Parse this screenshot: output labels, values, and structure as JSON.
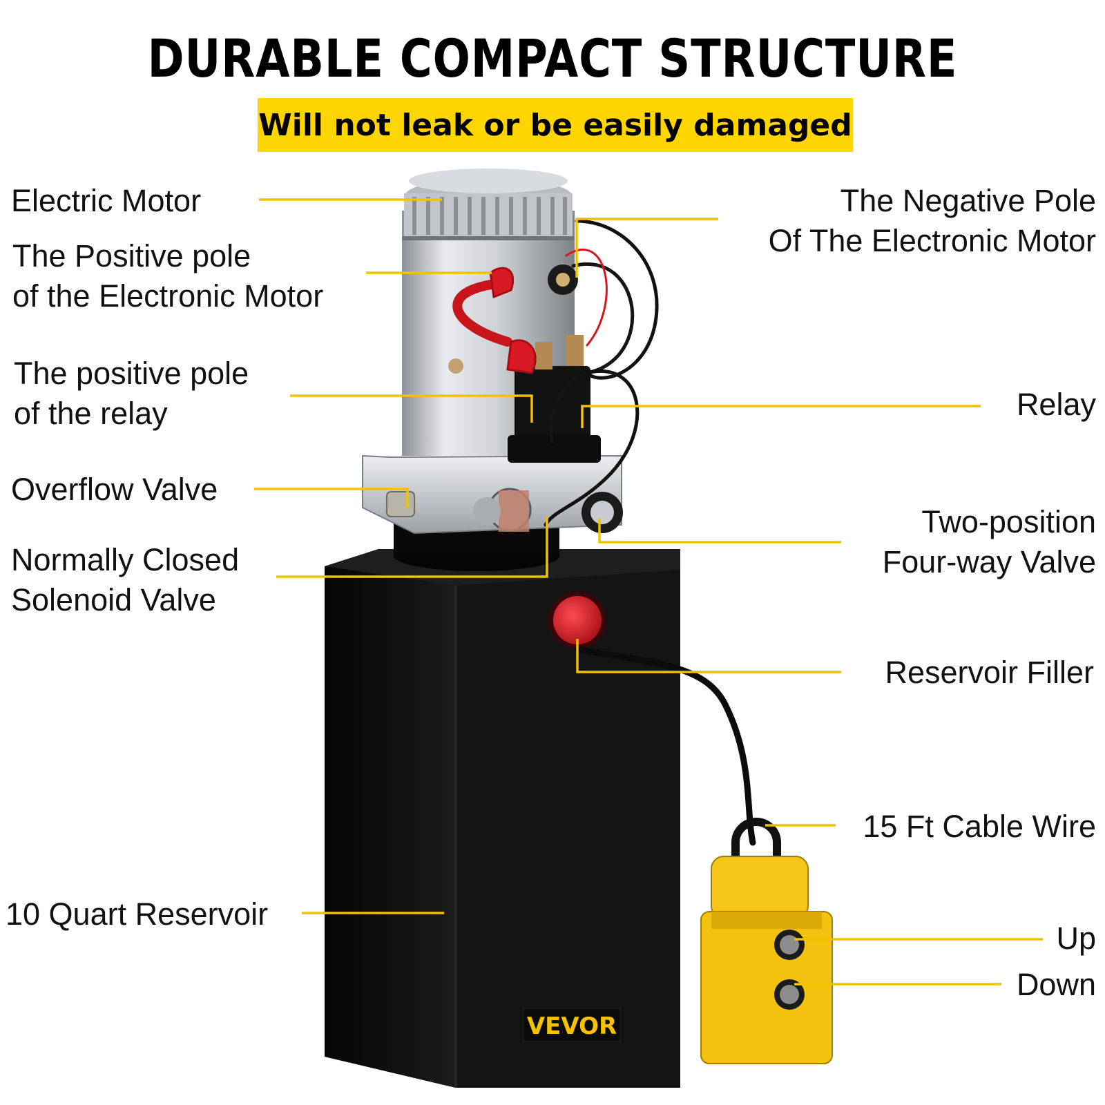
{
  "header": {
    "title": "DURABLE COMPACT STRUCTURE",
    "subtitle": "Will not leak or be easily damaged"
  },
  "colors": {
    "accent": "#ffd500",
    "leader_line": "#f2c200",
    "tank": "#0b0b0b",
    "motor": "#c9ccd0",
    "cap": "#d0161e",
    "pendant": "#f5c518"
  },
  "brand": {
    "logo": "VEVOR"
  },
  "callouts": {
    "electric_motor": [
      "Electric Motor"
    ],
    "positive_pole_motor": [
      "The Positive pole",
      "of the Electronic Motor"
    ],
    "positive_pole_relay": [
      "The positive pole",
      "of the relay"
    ],
    "overflow_valve": [
      "Overflow Valve"
    ],
    "solenoid_valve": [
      "Normally Closed",
      "Solenoid Valve"
    ],
    "reservoir": [
      "10 Quart Reservoir"
    ],
    "negative_pole": [
      "The Negative Pole",
      "Of The Electronic Motor"
    ],
    "relay": [
      "Relay"
    ],
    "four_way_valve": [
      "Two-position",
      "Four-way Valve"
    ],
    "reservoir_filler": [
      "Reservoir Filler"
    ],
    "cable_wire": [
      "15 Ft Cable Wire"
    ],
    "up": [
      "Up"
    ],
    "down": [
      "Down"
    ]
  }
}
